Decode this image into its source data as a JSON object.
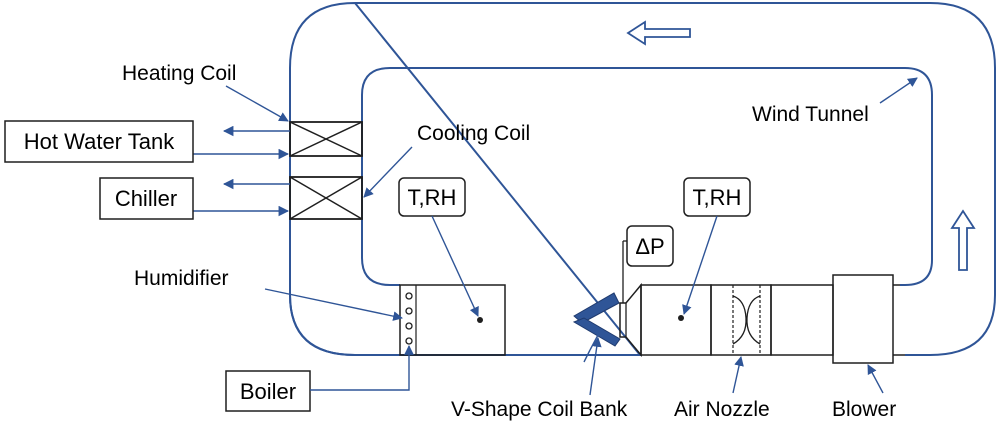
{
  "labels": {
    "heating_coil": "Heating Coil",
    "cooling_coil": "Cooling Coil",
    "wind_tunnel": "Wind Tunnel",
    "hot_water_tank": "Hot Water Tank",
    "chiller": "Chiller",
    "humidifier": "Humidifier",
    "boiler": "Boiler",
    "sensor_left": "T,RH",
    "sensor_right": "T,RH",
    "pressure": "ΔP",
    "v_shape_coil_bank": "V-Shape Coil Bank",
    "air_nozzle": "Air Nozzle",
    "blower": "Blower"
  },
  "colors": {
    "line": "#2f5597",
    "coil_bank": "#2f5597",
    "text": "#000000"
  }
}
